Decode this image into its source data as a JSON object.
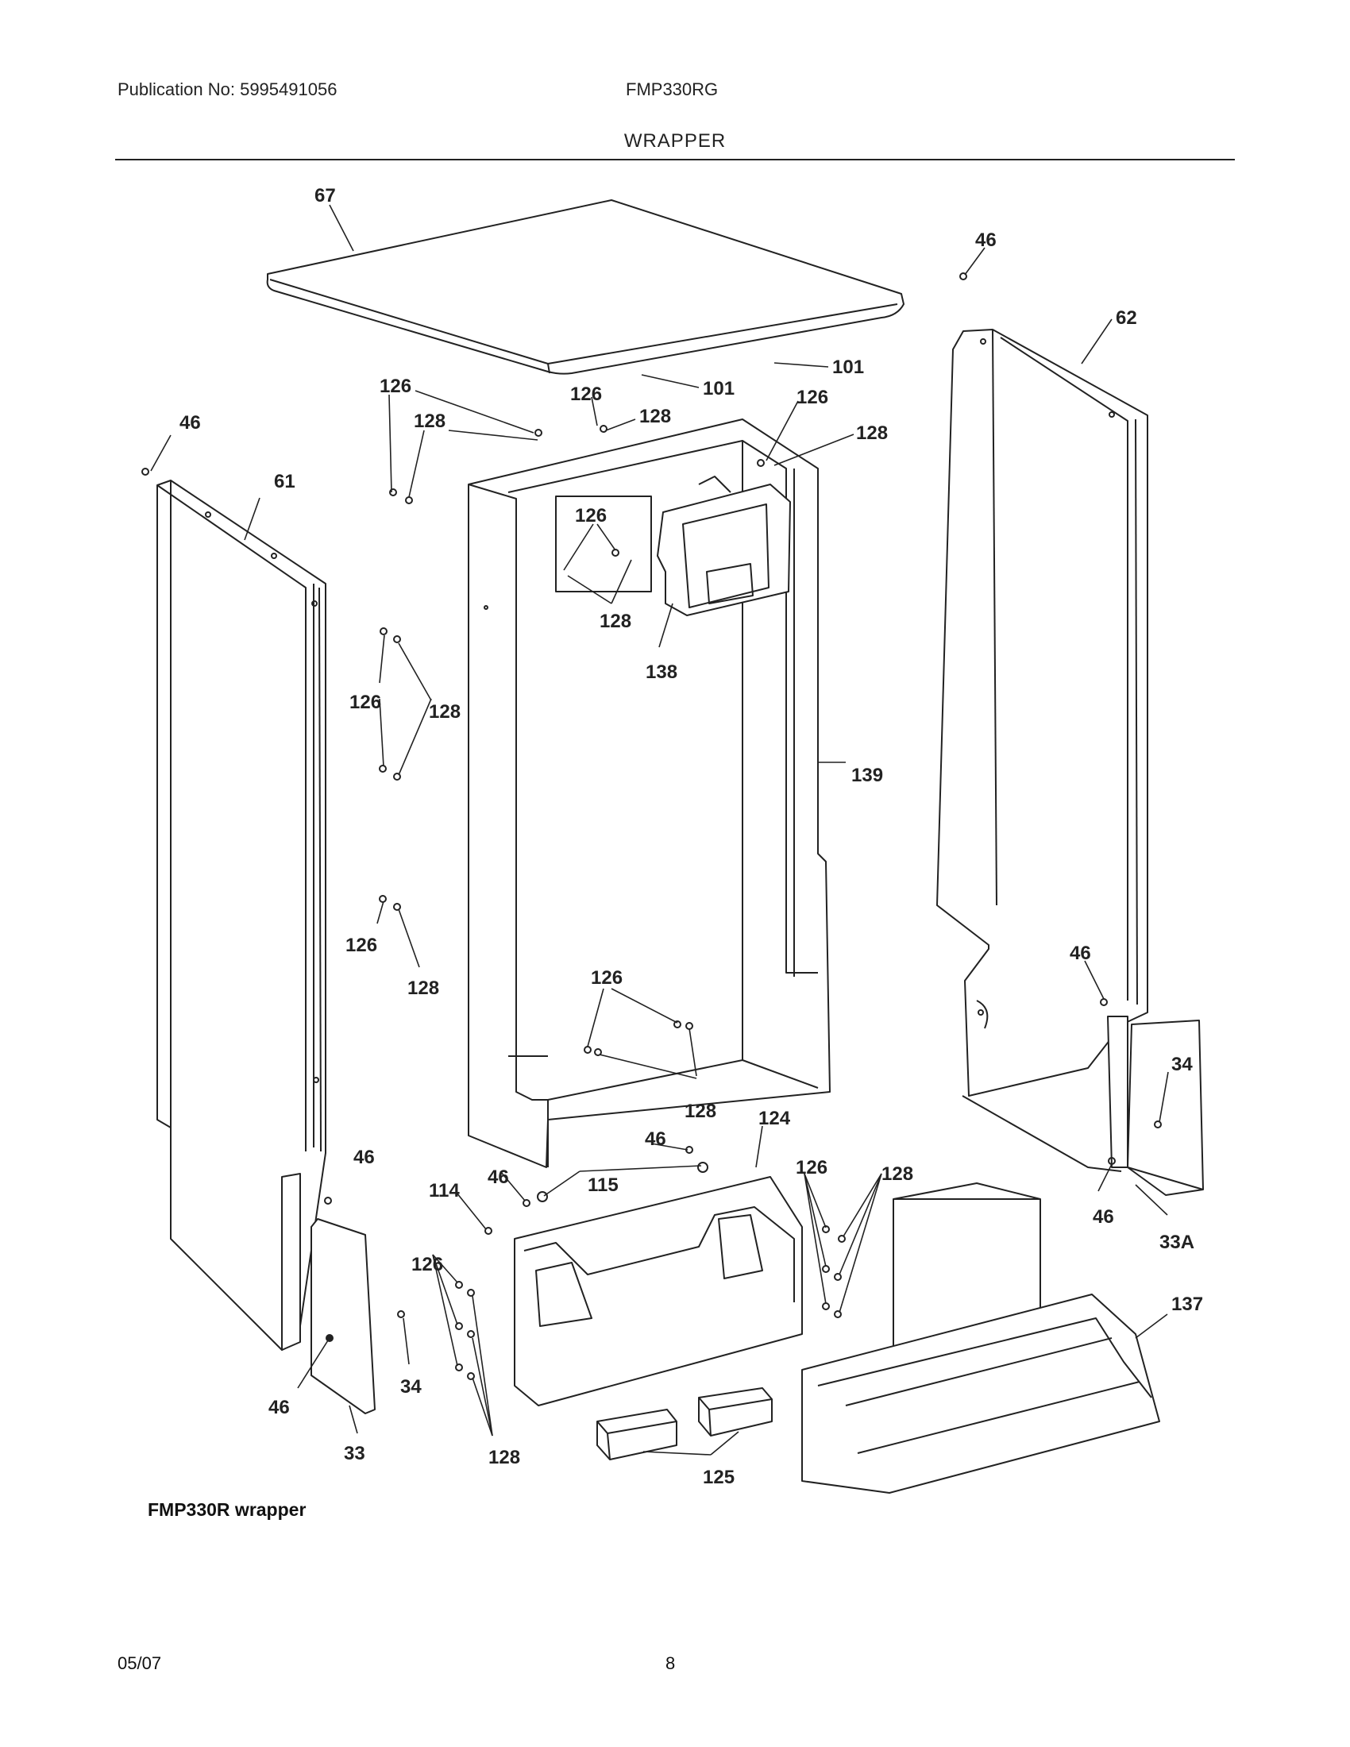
{
  "header": {
    "publication": "Publication No: 5995491056",
    "model": "FMP330RG",
    "section_title": "WRAPPER"
  },
  "diagram": {
    "callouts": {
      "c67": "67",
      "c46a": "46",
      "c62": "62",
      "c101a": "101",
      "c101b": "101",
      "c126a": "126",
      "c126b": "126",
      "c126c": "126",
      "c128a": "128",
      "c128b": "128",
      "c128c": "128",
      "c46b": "46",
      "c61": "61",
      "c126d": "126",
      "c128d": "128",
      "c138": "138",
      "c126e": "126",
      "c128e": "128",
      "c139": "139",
      "c126f": "126",
      "c128f": "128",
      "c126g": "126",
      "c128g": "128",
      "c46c": "46",
      "c34a": "34",
      "c46d": "46",
      "c33A": "33A",
      "c124": "124",
      "c46e": "46",
      "c46f": "46",
      "c115": "115",
      "c114": "114",
      "c126h": "126",
      "c128h": "128",
      "c46g": "46",
      "c126i": "126",
      "c137": "137",
      "c46h": "46",
      "c34b": "34",
      "c33": "33",
      "c128i": "128",
      "c125": "125"
    }
  },
  "caption": "FMP330R wrapper",
  "footer": {
    "date": "05/07",
    "page": "8"
  }
}
